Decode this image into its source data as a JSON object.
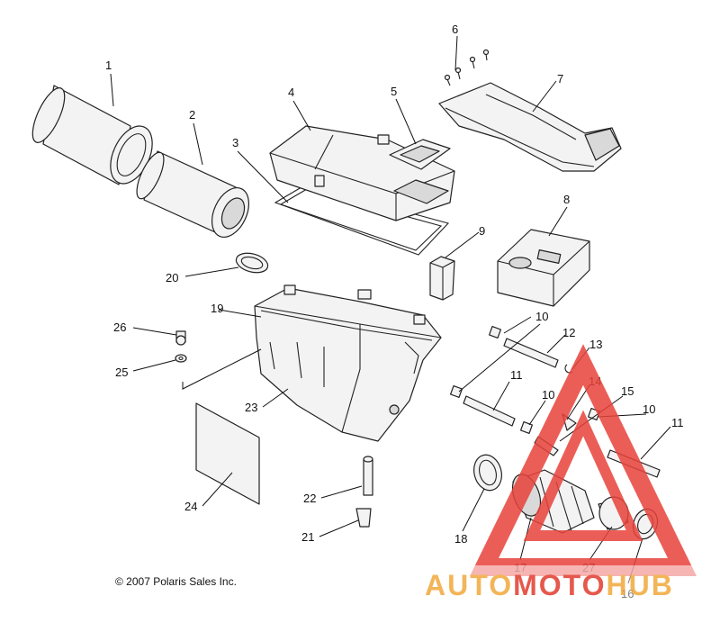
{
  "copyright": "© 2007 Polaris Sales Inc.",
  "watermark": {
    "part1": "AUTO",
    "part2": "MOTO",
    "part3": "HUB"
  },
  "callouts": {
    "c1": "1",
    "c2": "2",
    "c3": "3",
    "c4": "4",
    "c5": "5",
    "c6": "6",
    "c7": "7",
    "c8": "8",
    "c9": "9",
    "c10a": "10",
    "c10b": "10",
    "c10c": "10",
    "c11a": "11",
    "c11b": "11",
    "c12": "12",
    "c13": "13",
    "c14": "14",
    "c15": "15",
    "c16": "16",
    "c17": "17",
    "c18": "18",
    "c19": "19",
    "c20": "20",
    "c21": "21",
    "c22": "22",
    "c23": "23",
    "c24": "24",
    "c25": "25",
    "c26": "26",
    "c27": "27"
  },
  "colors": {
    "watermark_orange": "#f2a93b",
    "watermark_red": "#e23b2e",
    "watermark_triangle": "#e8423a",
    "line_art": "#222222"
  }
}
